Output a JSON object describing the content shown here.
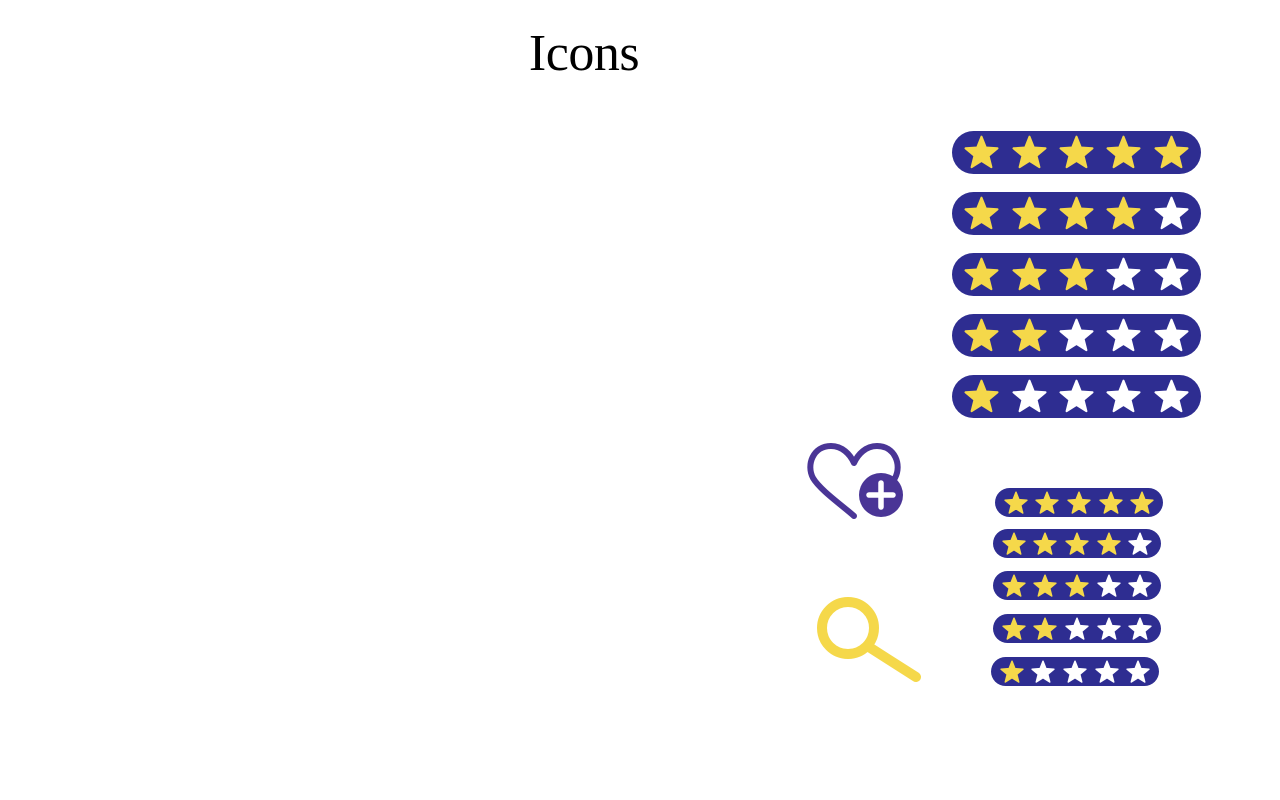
{
  "page": {
    "title": "Icons"
  },
  "colors": {
    "pill": "#2e2d91",
    "star_filled": "#f5d84a",
    "star_empty": "#ffffff",
    "heart": "#4a3596",
    "magnifier": "#f5d84a"
  },
  "icons": {
    "heart_plus": "heart-plus-icon",
    "search": "search-icon"
  },
  "ratings_large": [
    {
      "filled": 5,
      "total": 5
    },
    {
      "filled": 4,
      "total": 5
    },
    {
      "filled": 3,
      "total": 5
    },
    {
      "filled": 2,
      "total": 5
    },
    {
      "filled": 1,
      "total": 5
    }
  ],
  "ratings_small": [
    {
      "filled": 5,
      "total": 5
    },
    {
      "filled": 4,
      "total": 5
    },
    {
      "filled": 3,
      "total": 5
    },
    {
      "filled": 2,
      "total": 5
    },
    {
      "filled": 1,
      "total": 5
    }
  ]
}
